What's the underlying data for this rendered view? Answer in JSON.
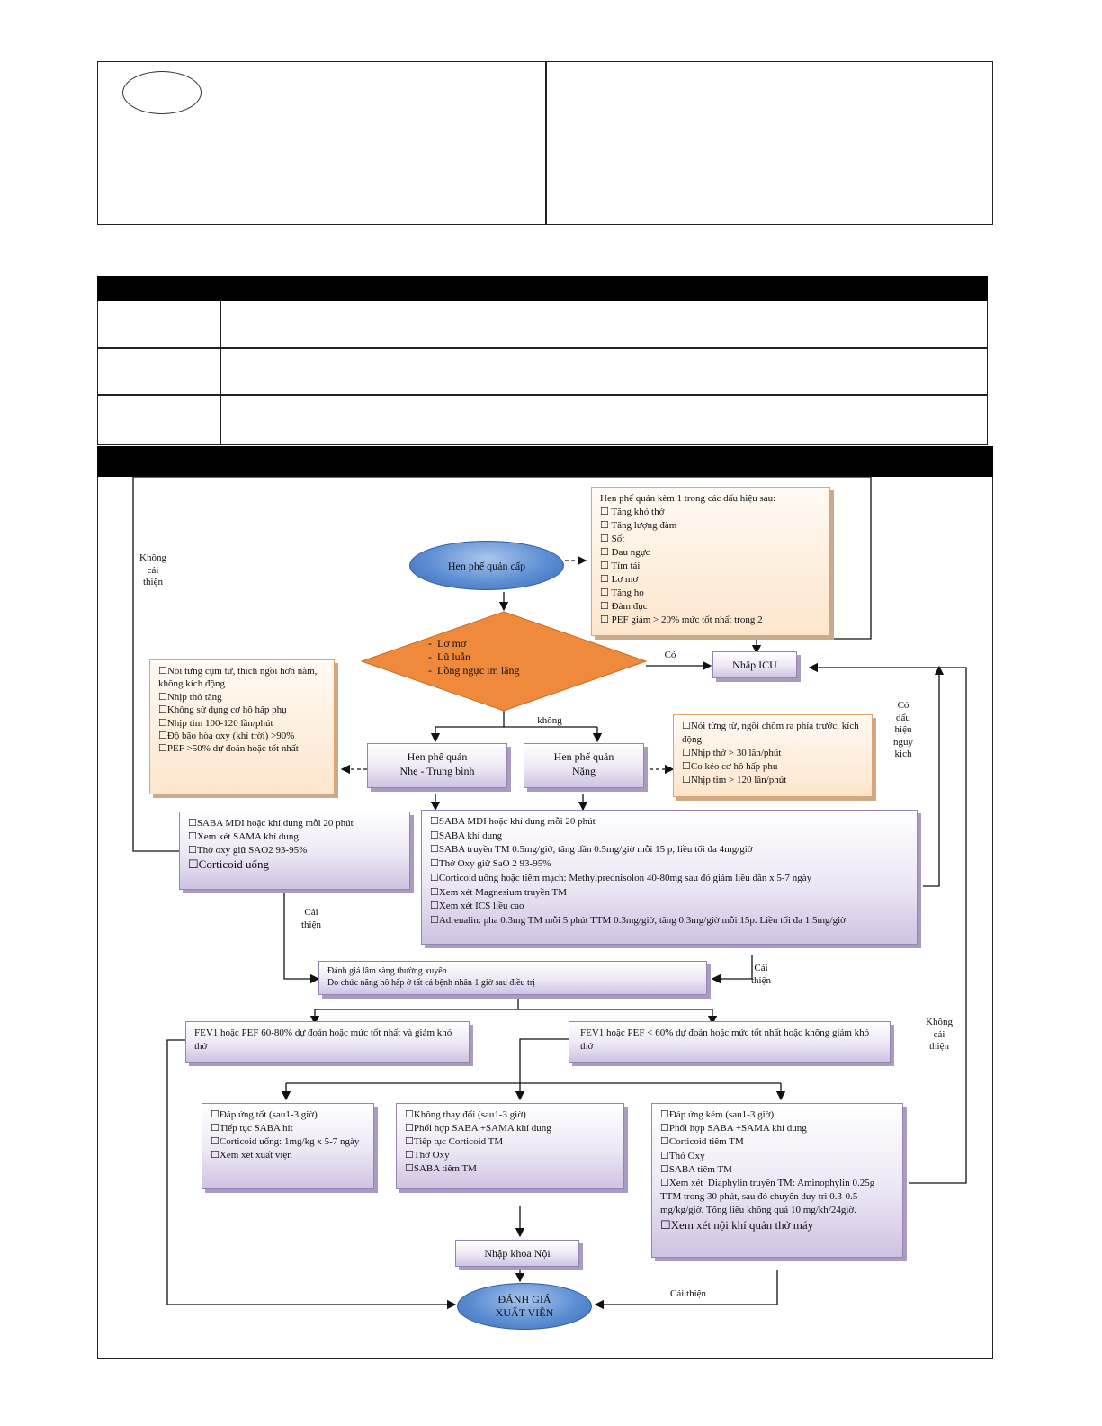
{
  "diagram": {
    "start": "Hen phế quản cấp",
    "signs_box": {
      "title": "Hen phế quản kèm 1 trong các dấu hiệu sau:",
      "items": [
        "☐ Tăng khó thở",
        "☐ Tăng lượng đàm",
        "☐ Sốt",
        "☐ Đau ngực",
        "☐ Tím tái",
        "☐ Lơ mơ",
        "☐ Tăng ho",
        "☐ Đàm đục",
        "☐ PEF giảm > 20% mức tốt nhất trong 2"
      ]
    },
    "decision": [
      "-  Lơ mơ",
      "-  Lũ luẫn",
      "-  Lồng ngực im lặng"
    ],
    "icu": "Nhập ICU",
    "labels": {
      "co": "Có",
      "khong": "không",
      "khong_cai_thien_left": "Không\ncải\nthiện",
      "co_dau_hieu": "Có\ndấu\nhiệu\nnguy\nkịch",
      "cai_thien_left": "Cải\nthiện",
      "cai_thien_right": "Cải\nthiện",
      "khong_cai_thien_right": "Không\ncải\nthiện",
      "cai_thien_bottom": "Cải thiện"
    },
    "mild": "Hen phế quản\nNhẹ - Trung bình",
    "severe": "Hen phế quản\nNặng",
    "mild_signs": [
      "☐Nói từng cụm từ, thích ngồi hơn nằm, không kích động",
      "☐Nhịp thở tăng",
      "☐Không sử dụng cơ hô hấp phụ",
      "☐Nhịp tim 100-120 lần/phút",
      "☐Độ bão hòa oxy (khí trời) >90%",
      "☐PEF >50% dự đoán hoặc tốt nhất"
    ],
    "severe_signs": [
      "☐Nói từng từ, ngồi chồm ra phía trước, kích động",
      "☐Nhịp thở > 30 lần/phút",
      "☐Co kéo cơ hô hấp phụ",
      "☐Nhịp tim > 120 lần/phút"
    ],
    "mild_treat": [
      "☐SABA MDI hoặc khí dung mỗi 20 phút",
      "☐Xem xét SAMA khí dung",
      "☐Thở oxy giữ SAO2 93-95%",
      "☐Corticoid uống"
    ],
    "severe_treat": [
      "☐SABA MDI hoặc khí dung mỗi 20 phút",
      "☐SABA khí dung",
      "☐SABA truyền TM 0.5mg/giờ, tăng dần 0.5mg/giờ mỗi 15 p, liều tối đa 4mg/giờ",
      "☐Thở Oxy giữ SaO 2 93-95%",
      "☐Corticoid uống hoặc tiêm mạch: Methylprednisolon 40-80mg sau đó giảm liều dần x 5-7 ngày",
      "☐Xem xét Magnesium truyền TM",
      "☐Xem xét ICS liều cao",
      "☐Adrenalin: pha 0.3mg TM mỗi 5 phút TTM 0.3mg/giờ, tăng 0.3mg/giờ mỗi 15p. Liều tối đa 1.5mg/giờ"
    ],
    "assess": [
      "Đánh giá lâm sàng thường xuyên",
      "Đo chức năng hô hấp ở tất cả bệnh nhân 1 giờ sau điều trị"
    ],
    "fev_good": "FEV1 hoặc PEF 60-80% dự đoán hoặc mức tốt nhất và giảm khó thở",
    "fev_bad": "FEV1 hoặc PEF < 60% dự đoán hoặc mức tốt nhất hoặc không giảm khó thở",
    "resp_good": [
      "☐Đáp ứng tốt (sau1-3 giờ)",
      "☐Tiếp tục SABA hít",
      "☐Corticoid uống: 1mg/kg x 5-7 ngày",
      "☐Xem xét xuất viện"
    ],
    "resp_none": [
      "☐Không thay đổi (sau1-3 giờ)",
      "☐Phối hợp SABA +SAMA khí dung",
      "☐Tiếp tục Corticoid TM",
      "☐Thở Oxy",
      "☐SABA tiêm TM"
    ],
    "resp_poor": [
      "☐Đáp ứng kém (sau1-3 giờ)",
      "☐Phối hợp SABA +SAMA khí dung",
      "☐Corticoid tiêm TM",
      "☐Thở Oxy",
      "☐SABA tiêm TM",
      "☐Xem xét  Diaphylin truyền TM: Aminophylin 0.25g TTM trong 30 phút, sau đó chuyển duy trì 0.3-0.5 mg/kg/giờ. Tổng liều không quá 10 mg/kh/24giờ.",
      "☐Xem xét nội khí quản thở máy"
    ],
    "ward": "Nhập khoa Nội",
    "end": "ĐÁNH GIÁ\nXUẤT VIỆN"
  },
  "colors": {
    "oval_fill": "#5d8ed3",
    "decision_fill": "#ef8a3c",
    "orange_box": "#fde5cc",
    "purple_box": "#cfc2e3",
    "header_bar": "#000000"
  }
}
